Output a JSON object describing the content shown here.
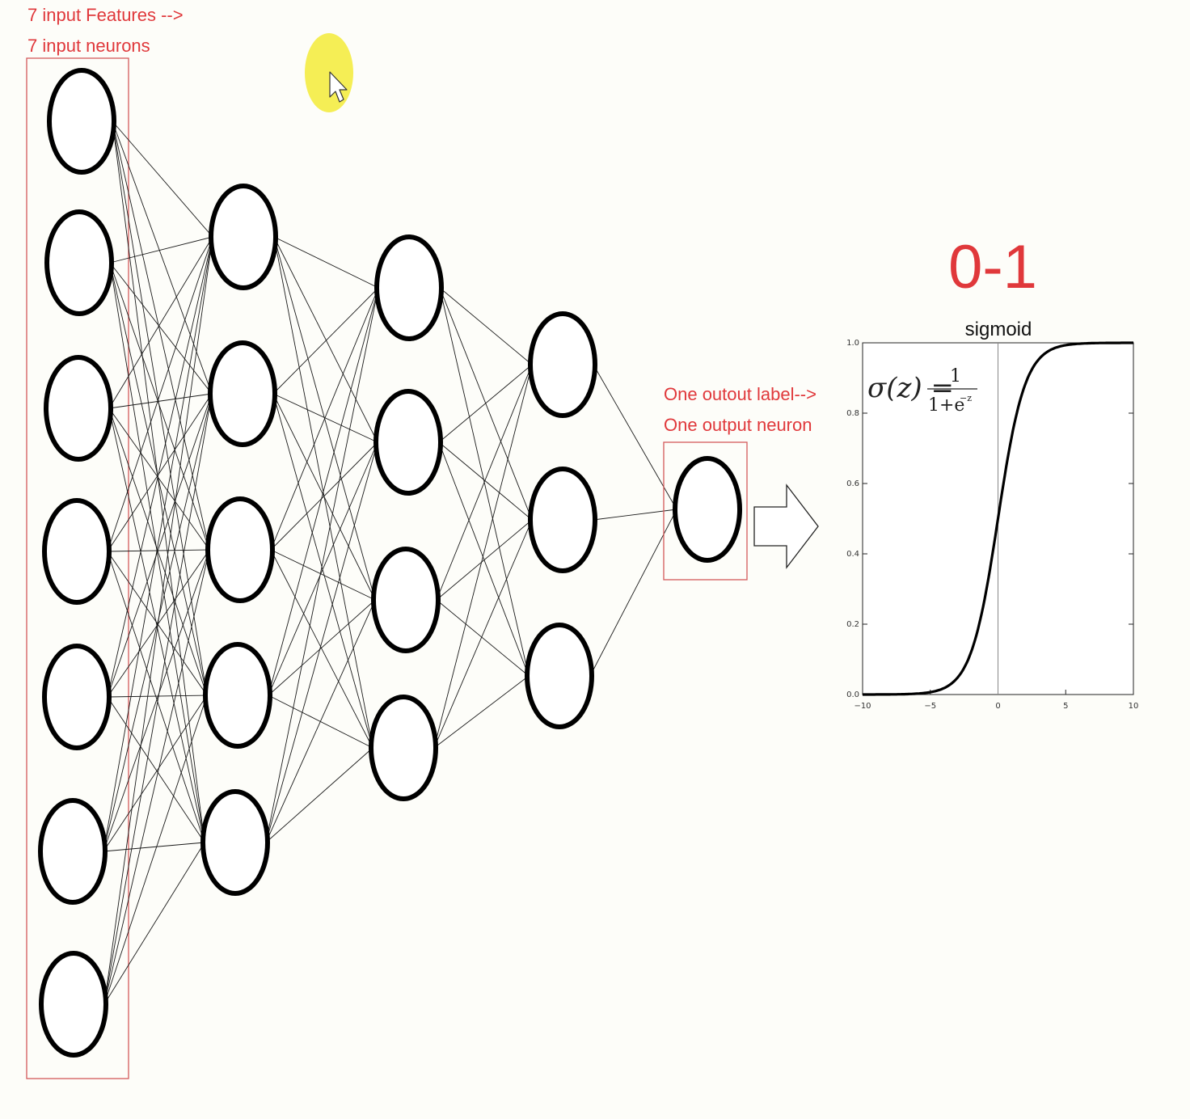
{
  "annotations": {
    "input_line1": "7 input Features -->",
    "input_line2": "7 input neurons",
    "output_line1": "One outout label-->",
    "output_line2": "One output neuron",
    "range": "0-1"
  },
  "network": {
    "layers": [
      7,
      5,
      4,
      3,
      1
    ],
    "highlight_color": "#f5ee55"
  },
  "colors": {
    "annotation": "#e0383b",
    "box": "#d35a5a",
    "neuron_stroke": "#000000"
  },
  "icons": [
    "cursor-highlight-icon",
    "mouse-pointer-icon",
    "right-arrow-icon"
  ],
  "chart_data": {
    "type": "line",
    "title": "sigmoid",
    "formula": {
      "lhs": "σ(z) =",
      "numerator": "1",
      "denominator": "1+e",
      "exponent": "−z"
    },
    "function": "1/(1+exp(-z))",
    "xlim": [
      -10,
      10
    ],
    "ylim": [
      0.0,
      1.0
    ],
    "x_ticks": [
      "−10",
      "−5",
      "0",
      "5",
      "10"
    ],
    "y_ticks": [
      "0.0",
      "0.2",
      "0.4",
      "0.6",
      "0.8",
      "1.0"
    ],
    "x": [
      -10,
      -8,
      -6,
      -5,
      -4,
      -3,
      -2,
      -1,
      0,
      1,
      2,
      3,
      4,
      5,
      6,
      8,
      10
    ],
    "y": [
      4.54e-05,
      0.000335,
      0.00247,
      0.0067,
      0.018,
      0.047,
      0.119,
      0.269,
      0.5,
      0.731,
      0.881,
      0.953,
      0.982,
      0.9933,
      0.9975,
      0.99966,
      0.99995
    ],
    "vertical_reference_line_at_x": 0,
    "grid": false,
    "legend": "none"
  }
}
